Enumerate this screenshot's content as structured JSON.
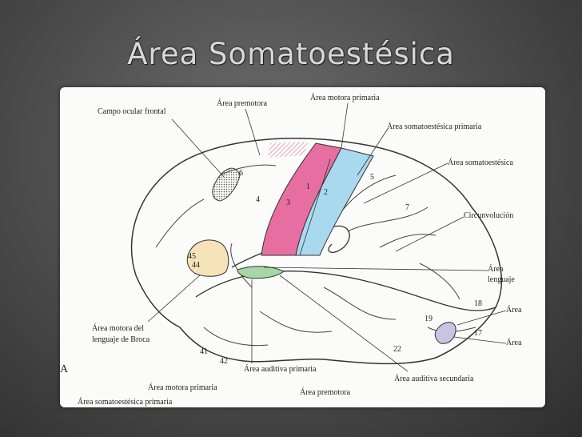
{
  "slide_title": "Área Somatoestésica",
  "labels": {
    "campo_ocular": "Campo ocular frontal",
    "premotora_top": "Área premotora",
    "motora_primaria_top": "Área motora primaria",
    "somato_primaria": "Área somatoestésica primaria",
    "somato_secundaria": "Área somatoestésica",
    "circunvolucion": "Circunvolución",
    "lenguaje_area_1": "Área",
    "lenguaje_area_2": "lenguaje",
    "area_18": "Área",
    "area_17": "Área",
    "motora_broca_1": "Área motora del",
    "motora_broca_2": "lenguaje de Broca",
    "auditiva_primaria": "Área auditiva primaria",
    "auditiva_secundaria": "Área auditiva secundaria",
    "motora_primaria_bottom": "Área motora primaria",
    "premotora_bottom": "Área premotora",
    "somato_primaria_bottom": "Área somatoestésica primaria",
    "figure_letter": "A"
  },
  "area_numbers": {
    "n1": "1",
    "n2": "2",
    "n3": "3",
    "n4": "4",
    "n5": "5",
    "n6": "6",
    "n7": "7",
    "n17": "17",
    "n18": "18",
    "n19": "19",
    "n22": "22",
    "n41": "41",
    "n42": "42",
    "n44": "44",
    "n45": "45"
  },
  "colors": {
    "motor_pink": "#e66ea0",
    "somato_blue": "#a9d9ef",
    "broca_yellow": "#f6e3b8",
    "auditory_green": "#a6d7a8",
    "visual_lavender": "#c9c3e4",
    "stipple_gray": "#8a8a8a"
  }
}
